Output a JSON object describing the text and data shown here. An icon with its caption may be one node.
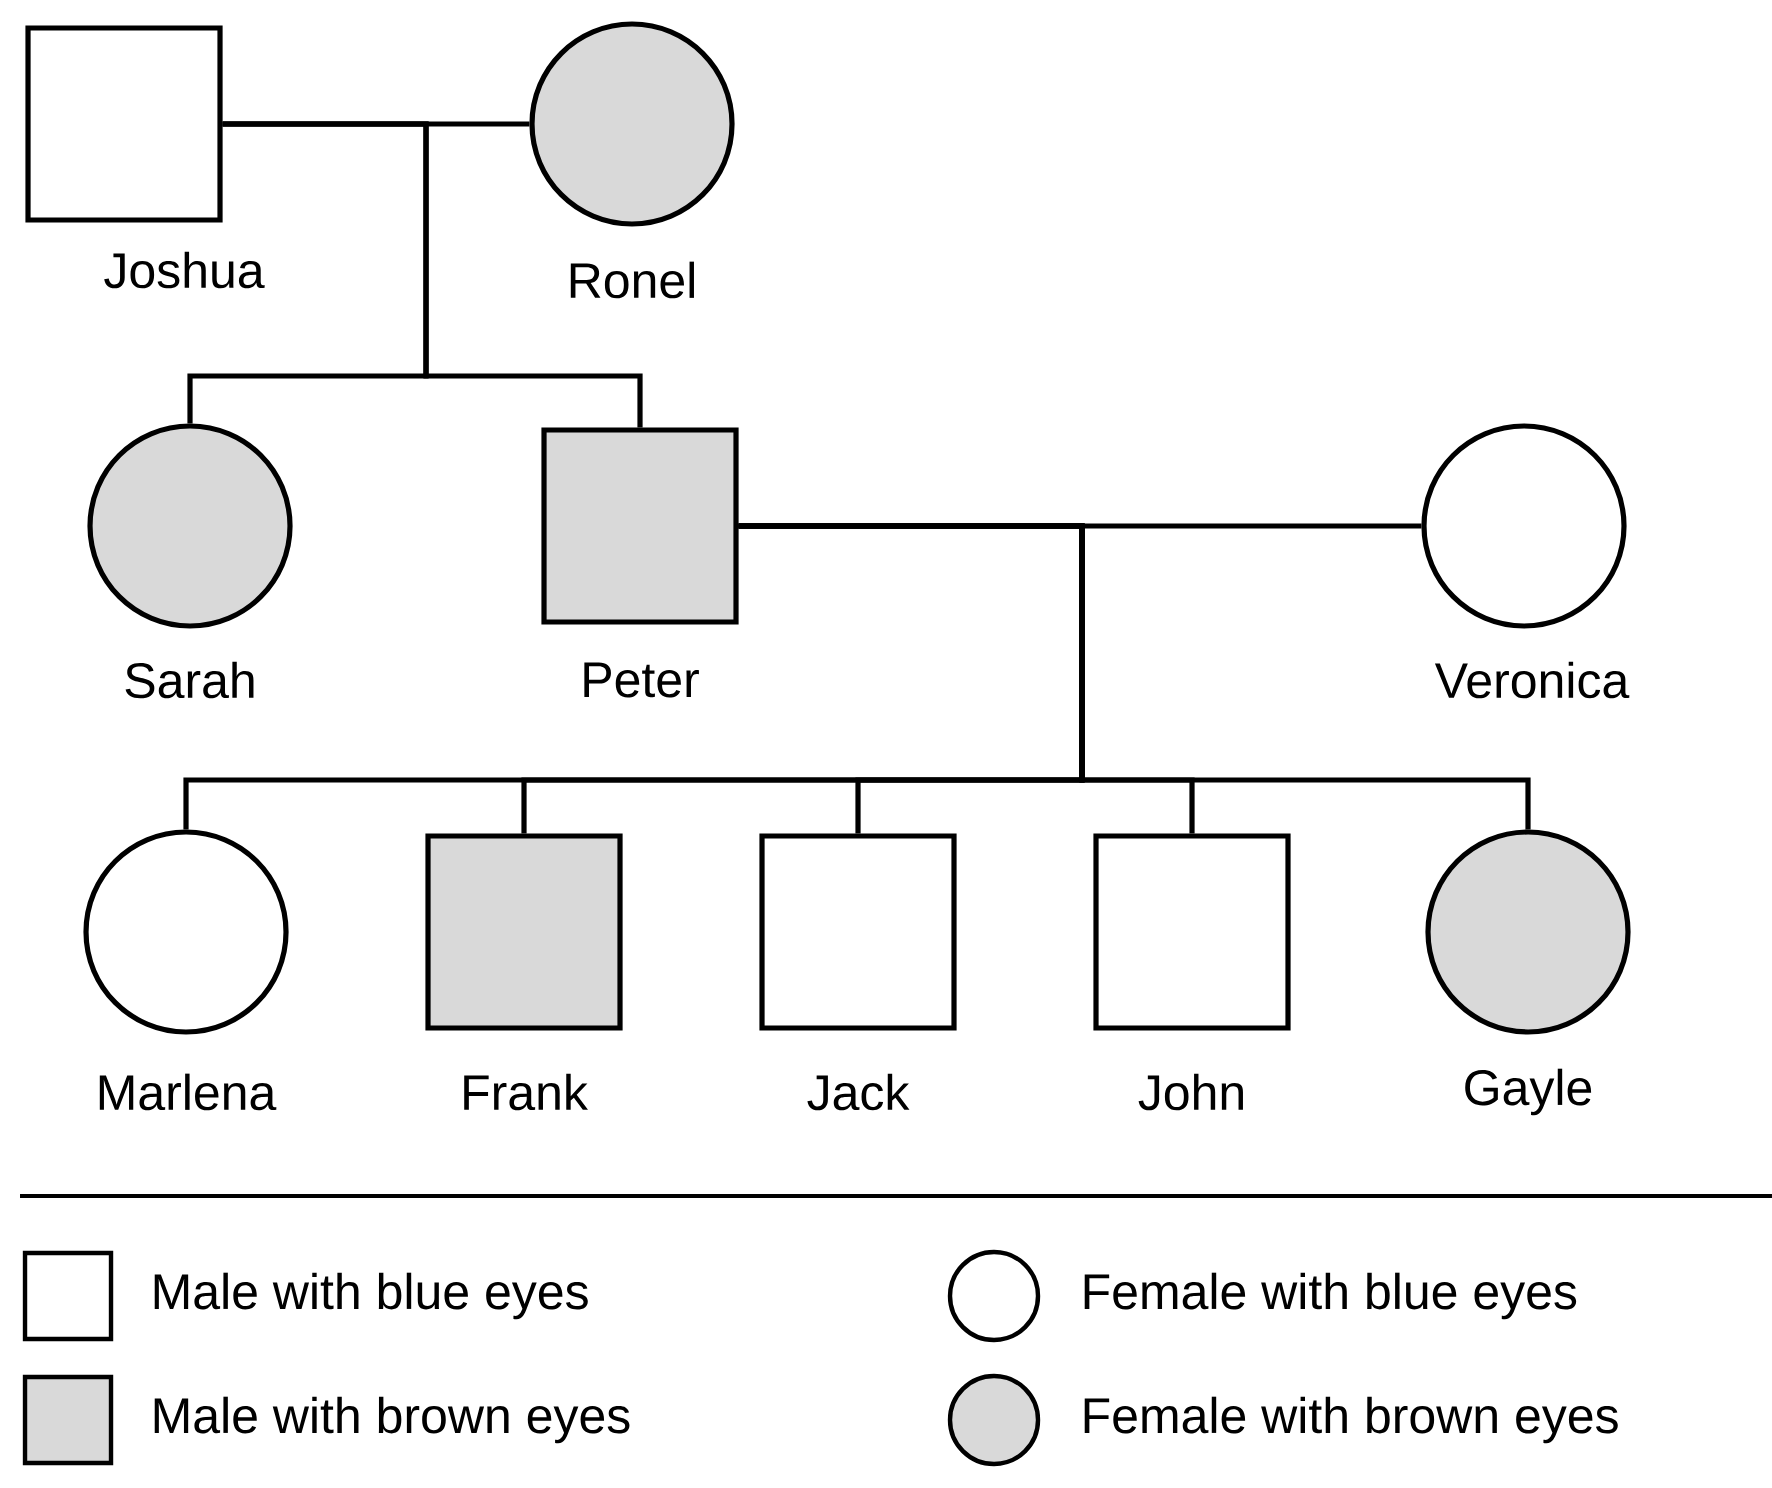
{
  "diagram": {
    "nodes": [
      {
        "text": [
          "Joshua"
        ]
      },
      {
        "text": [
          "Ronel"
        ]
      },
      {
        "text": [
          "Sarah"
        ]
      },
      {
        "text": [
          "Peter"
        ]
      },
      {
        "text": [
          "Veronica"
        ]
      },
      {
        "text": [
          "Marlena"
        ]
      },
      {
        "text": [
          "Frank"
        ]
      },
      {
        "text": [
          "Jack"
        ]
      },
      {
        "text": [
          "John"
        ]
      },
      {
        "text": [
          "Gayle"
        ]
      }
    ],
    "edges": [
      {
        "from": 0,
        "to": 1,
        "arrow": "none"
      },
      {
        "from": 0,
        "to": 2,
        "arrow": "none"
      },
      {
        "from": 0,
        "to": 3,
        "arrow": "none"
      },
      {
        "from": 3,
        "to": 4,
        "arrow": "none"
      },
      {
        "from": 3,
        "to": 5,
        "arrow": "none"
      },
      {
        "from": 3,
        "to": 6,
        "arrow": "none"
      },
      {
        "from": 3,
        "to": 7,
        "arrow": "none"
      },
      {
        "from": 3,
        "to": 8,
        "arrow": "none"
      },
      {
        "from": 3,
        "to": 9,
        "arrow": "none"
      }
    ],
    "legend": [
      {
        "text": "Male with blue eyes"
      },
      {
        "text": "Female with blue eyes"
      },
      {
        "text": "Male with brown eyes",
        "color": "#d9d9d9"
      },
      {
        "text": "Female with brown eyes",
        "color": "#d9d9d9"
      }
    ]
  }
}
